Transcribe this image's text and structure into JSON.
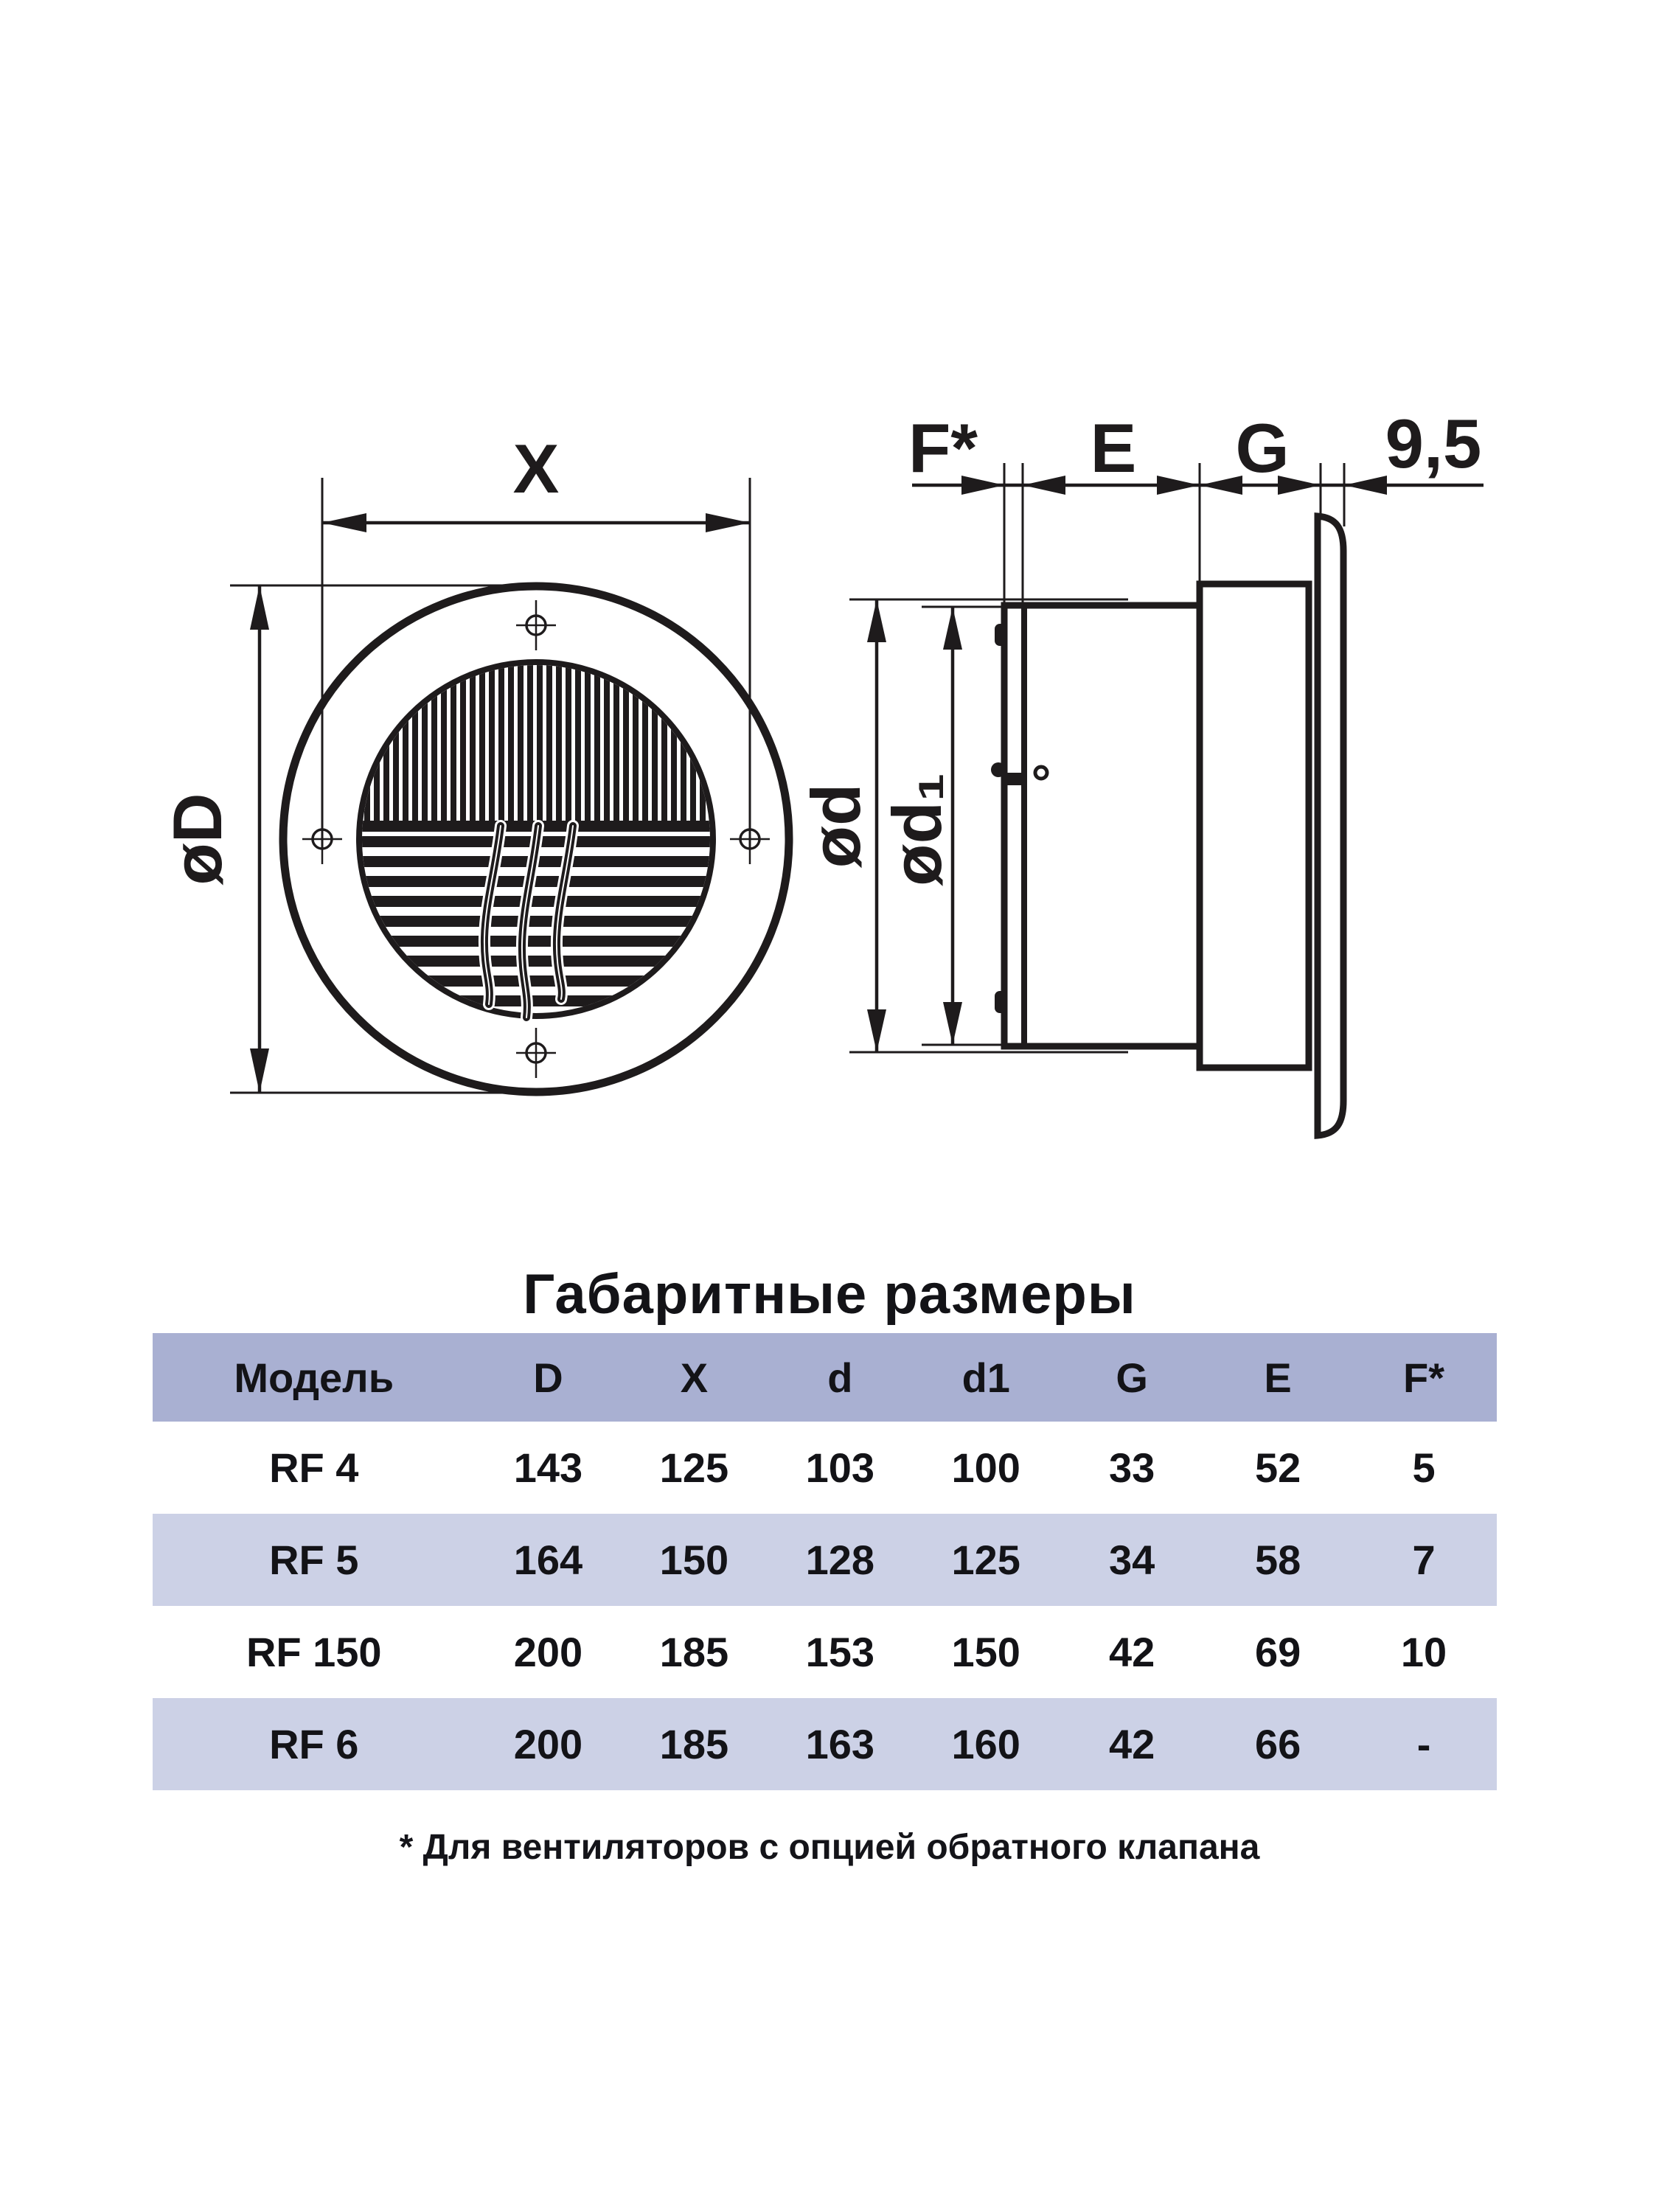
{
  "diagram": {
    "front_view": {
      "dim_x_label": "X",
      "dim_d_label": "øD"
    },
    "side_view": {
      "dim_f_label": "F*",
      "dim_e_label": "E",
      "dim_g_label": "G",
      "dim_thickness_label": "9,5",
      "dim_d_label": "ød",
      "dim_d1_label": "ød₁"
    }
  },
  "table": {
    "title": "Габаритные размеры",
    "columns": [
      "Модель",
      "D",
      "X",
      "d",
      "d1",
      "G",
      "E",
      "F*"
    ],
    "rows": [
      {
        "model": "RF 4",
        "D": "143",
        "X": "125",
        "d": "103",
        "d1": "100",
        "G": "33",
        "E": "52",
        "F": "5"
      },
      {
        "model": "RF 5",
        "D": "164",
        "X": "150",
        "d": "128",
        "d1": "125",
        "G": "34",
        "E": "58",
        "F": "7"
      },
      {
        "model": "RF 150",
        "D": "200",
        "X": "185",
        "d": "153",
        "d1": "150",
        "G": "42",
        "E": "69",
        "F": "10"
      },
      {
        "model": "RF 6",
        "D": "200",
        "X": "185",
        "d": "163",
        "d1": "160",
        "G": "42",
        "E": "66",
        "F": "-"
      }
    ],
    "colors": {
      "header_bg": "#a9b0d2",
      "band_bg": "#ccd1e6",
      "line_color": "#1e1b1c"
    }
  },
  "footnote": "* Для вентиляторов с опцией обратного клапана"
}
